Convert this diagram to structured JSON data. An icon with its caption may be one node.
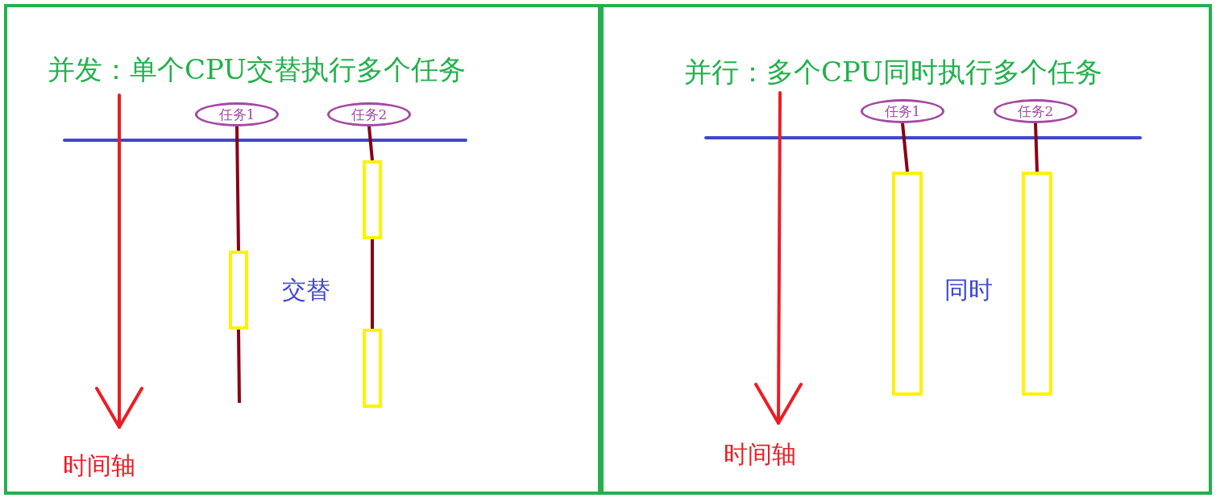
{
  "diagram": {
    "nodes": [
      {
        "text": [
          "并发：单个CPU交替执行多个任务"
        ]
      },
      {
        "text": [
          "任务1"
        ],
        "in": 0
      },
      {
        "text": [
          "任务2"
        ],
        "in": 0
      },
      {
        "text": [],
        "shape": "box",
        "in": 0
      },
      {
        "text": [],
        "shape": "box",
        "in": 0
      },
      {
        "text": [],
        "shape": "box",
        "in": 0
      },
      {
        "text": [
          "并行：多个CPU同时执行多个任务"
        ]
      },
      {
        "text": [
          "任务1"
        ],
        "in": 6
      },
      {
        "text": [
          "任务2"
        ],
        "in": 6
      },
      {
        "text": [],
        "shape": "box",
        "in": 6
      },
      {
        "text": [],
        "shape": "box",
        "in": 6
      }
    ],
    "edges": [
      {
        "from": 1,
        "to": 3,
        "arrow": "none"
      },
      {
        "from": 3,
        "to": null,
        "arrow": "none"
      },
      {
        "from": 2,
        "to": 4,
        "arrow": "none"
      },
      {
        "from": 4,
        "to": 5,
        "arrow": "none"
      },
      {
        "from": 7,
        "to": 9,
        "arrow": "none"
      },
      {
        "from": 8,
        "to": 10,
        "arrow": "none"
      }
    ],
    "labels": [
      "交替",
      "时间轴",
      "同时",
      "时间轴"
    ]
  }
}
